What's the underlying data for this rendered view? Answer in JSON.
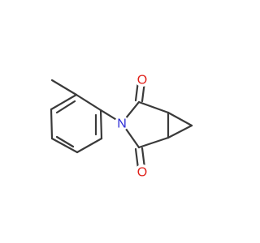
{
  "molecule": {
    "atoms": {
      "N": {
        "label": "N",
        "color": "#2b2bd6"
      },
      "O_top": {
        "label": "O",
        "color": "#e0201a"
      },
      "O_bottom": {
        "label": "O",
        "color": "#e0201a"
      }
    },
    "bond_color": "#3a3a3a"
  }
}
